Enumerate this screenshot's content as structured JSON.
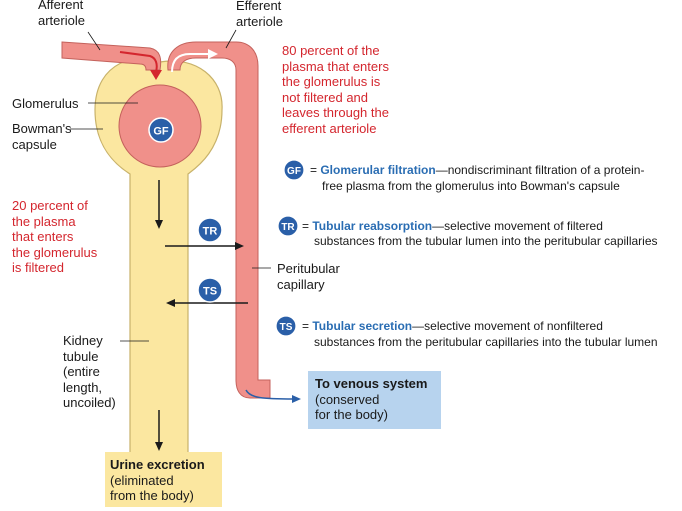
{
  "labels": {
    "afferent": "Afferent\narteriole",
    "efferent": "Efferent\narteriole",
    "glomerulus": "Glomerulus",
    "bowmans": "Bowman's\ncapsule",
    "peritubular": "Peritubular\ncapillary",
    "kidney_tubule": "Kidney\ntubule\n(entire\nlength,\nuncoiled)",
    "note_80": "80 percent of the\nplasma that enters\nthe glomerulus is\nnot filtered and\nleaves through the\nefferent arteriole",
    "note_20": "20 percent of\nthe plasma\nthat enters\nthe glomerulus\nis filtered"
  },
  "badges": {
    "gf": "GF",
    "tr": "TR",
    "ts": "TS"
  },
  "legend": [
    {
      "abbr": "GF",
      "term": "Glomerular filtration",
      "desc": "—nondiscriminant filtration of a protein-",
      "desc2": "free plasma from the glomerulus into Bowman's capsule"
    },
    {
      "abbr": "TR",
      "term": "Tubular reabsorption",
      "desc": "—selective movement of filtered",
      "desc2": "substances from the tubular lumen into the peritubular capillaries"
    },
    {
      "abbr": "TS",
      "term": "Tubular secretion",
      "desc": "—selective movement of nonfiltered",
      "desc2": "substances from the peritubular capillaries into the tubular lumen"
    }
  ],
  "venous_box": {
    "title": "To venous system",
    "subtitle": "(conserved\nfor the body)"
  },
  "urine_box": {
    "title": "Urine excretion",
    "subtitle": "(eliminated\nfrom the body)"
  },
  "colors": {
    "vessel": "#f0908a",
    "vessel_stroke": "#c4625c",
    "tubule": "#fbe7a0",
    "tubule_stroke": "#c8b26a",
    "accent_red": "#d4262e",
    "badge": "#2a5fa8",
    "legend_term": "#2a6db3",
    "venous_box": "#b7d3ee",
    "urine_box": "#fbe7a0"
  }
}
